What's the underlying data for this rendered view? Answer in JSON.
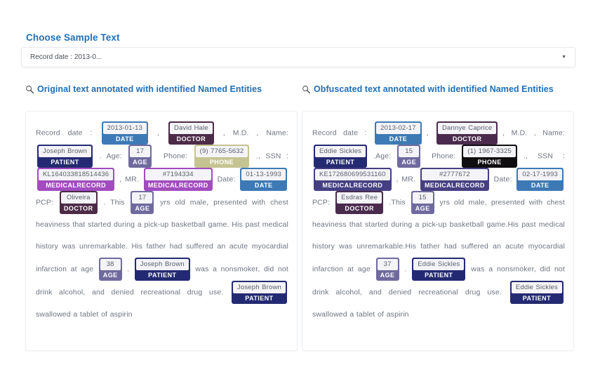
{
  "chooser": {
    "label": "Choose Sample Text",
    "selected_value": "Record date : 2013-0...",
    "arrow_icon": "chevron-down-icon"
  },
  "columns": {
    "left": {
      "icon": "search-icon",
      "heading": "Original text annotated with identified Named Entities"
    },
    "right": {
      "icon": "search-icon",
      "heading": "Obfuscated text annotated with identified Named Entities"
    }
  },
  "colors": {
    "heading": "#1f6fb8",
    "body_text": "#6e7480",
    "DATE": "#3d7ab5",
    "DOCTOR": "#4c2b47",
    "PATIENT": "#242a72",
    "AGE": "#6f6a9e",
    "PHONE_original": "#c5c391",
    "PHONE_obfuscated": "#100d10",
    "MEDICALRECORD_original": "#a24cc0",
    "MEDICALRECORD_obfuscated": "#453f82"
  },
  "original": {
    "tokens": [
      {
        "t": "text",
        "s": "Record date : "
      },
      {
        "t": "entity",
        "value": "2013-01-13",
        "label": "DATE",
        "cls": "e-date"
      },
      {
        "t": "text",
        "s": " , "
      },
      {
        "t": "entity",
        "value": "David Hale",
        "label": "DOCTOR",
        "cls": "e-doctor"
      },
      {
        "t": "text",
        "s": " , M.D. , Name: "
      },
      {
        "t": "entity",
        "value": "Joseph Brown",
        "label": "PATIENT",
        "cls": "e-patient"
      },
      {
        "t": "text",
        "s": " . "
      },
      {
        "t": "text",
        "s": "Age: "
      },
      {
        "t": "entity",
        "value": "17",
        "label": "AGE",
        "cls": "e-age"
      },
      {
        "t": "text",
        "s": "  Phone: "
      },
      {
        "t": "entity",
        "value": "(9) 7765-5632",
        "label": "PHONE",
        "cls": "e-phone"
      },
      {
        "t": "text",
        "s": " ., SSN : "
      },
      {
        "t": "entity",
        "value": "KL164033818514436",
        "label": "MEDICALRECORD",
        "cls": "e-mr"
      },
      {
        "t": "text",
        "s": " , MR. "
      },
      {
        "t": "entity",
        "value": "#7194334",
        "label": "MEDICALRECORD",
        "cls": "e-mr"
      },
      {
        "t": "text",
        "s": " Date: "
      },
      {
        "t": "entity",
        "value": "01-13-1993",
        "label": "DATE",
        "cls": "e-date"
      },
      {
        "t": "text",
        "s": " PCP: "
      },
      {
        "t": "entity",
        "value": "Oliveira",
        "label": "DOCTOR",
        "cls": "e-doctor"
      },
      {
        "t": "text",
        "s": " . This "
      },
      {
        "t": "entity",
        "value": "17",
        "label": "AGE",
        "cls": "e-age"
      },
      {
        "t": "text",
        "s": " yrs old male, presented with chest heaviness that started during a pick-up basketball game. His past medical history was unremarkable. His father had suffered an acute myocardial infarction at age "
      },
      {
        "t": "entity",
        "value": "38",
        "label": "AGE",
        "cls": "e-age"
      },
      {
        "t": "text",
        "s": " . "
      },
      {
        "t": "entity",
        "value": "Joseph Brown",
        "label": "PATIENT",
        "cls": "e-patient"
      },
      {
        "t": "text",
        "s": " was a nonsmoker, did not drink alcohol, and denied recreational drug use. "
      },
      {
        "t": "entity",
        "value": "Joseph Brown",
        "label": "PATIENT",
        "cls": "e-patient"
      },
      {
        "t": "text",
        "s": " swallowed a tablet of aspirin"
      }
    ]
  },
  "obfuscated": {
    "tokens": [
      {
        "t": "text",
        "s": "Record  date  :  "
      },
      {
        "t": "entity",
        "value": "2013-02-17",
        "label": "DATE",
        "cls": "e-date"
      },
      {
        "t": "text",
        "s": " ,  "
      },
      {
        "t": "entity",
        "value": "Dannye Caprice",
        "label": "DOCTOR",
        "cls": "e-doctor2"
      },
      {
        "t": "text",
        "s": " ,  M.D.  ,  Name: "
      },
      {
        "t": "entity",
        "value": "Eddie Sickles",
        "label": "PATIENT",
        "cls": "e-patient"
      },
      {
        "t": "text",
        "s": " .Age: "
      },
      {
        "t": "entity",
        "value": "15",
        "label": "AGE",
        "cls": "e-age"
      },
      {
        "t": "text",
        "s": "  Phone: "
      },
      {
        "t": "entity",
        "value": "(1) 1967-3325",
        "label": "PHONE",
        "cls": "e-phone2"
      },
      {
        "t": "text",
        "s": " .,  SSN  : "
      },
      {
        "t": "entity",
        "value": "KE172680699531160",
        "label": "MEDICALRECORD",
        "cls": "e-mr2"
      },
      {
        "t": "text",
        "s": " , MR. "
      },
      {
        "t": "entity",
        "value": "#2777672",
        "label": "MEDICALRECORD",
        "cls": "e-mr2"
      },
      {
        "t": "text",
        "s": " Date: "
      },
      {
        "t": "entity",
        "value": "02-17-1993",
        "label": "DATE",
        "cls": "e-date"
      },
      {
        "t": "text",
        "s": " PCP: "
      },
      {
        "t": "entity",
        "value": "Esdras Ree",
        "label": "DOCTOR",
        "cls": "e-doctor2"
      },
      {
        "t": "text",
        "s": " .This "
      },
      {
        "t": "entity",
        "value": "15",
        "label": "AGE",
        "cls": "e-age"
      },
      {
        "t": "text",
        "s": " yrs old male, presented with chest heaviness that started during a pick-up basketball game.His past medical history was unremarkable.His father had suffered an acute myocardial infarction at age "
      },
      {
        "t": "entity",
        "value": "37",
        "label": "AGE",
        "cls": "e-age"
      },
      {
        "t": "text",
        "s": " . "
      },
      {
        "t": "entity",
        "value": "Eddie Sickles",
        "label": "PATIENT",
        "cls": "e-patient"
      },
      {
        "t": "text",
        "s": " was a nonsmoker, did not drink alcohol, and denied recreational drug use. "
      },
      {
        "t": "entity",
        "value": "Eddie Sickles",
        "label": "PATIENT",
        "cls": "e-patient"
      },
      {
        "t": "text",
        "s": " swallowed a tablet of aspirin"
      }
    ]
  }
}
